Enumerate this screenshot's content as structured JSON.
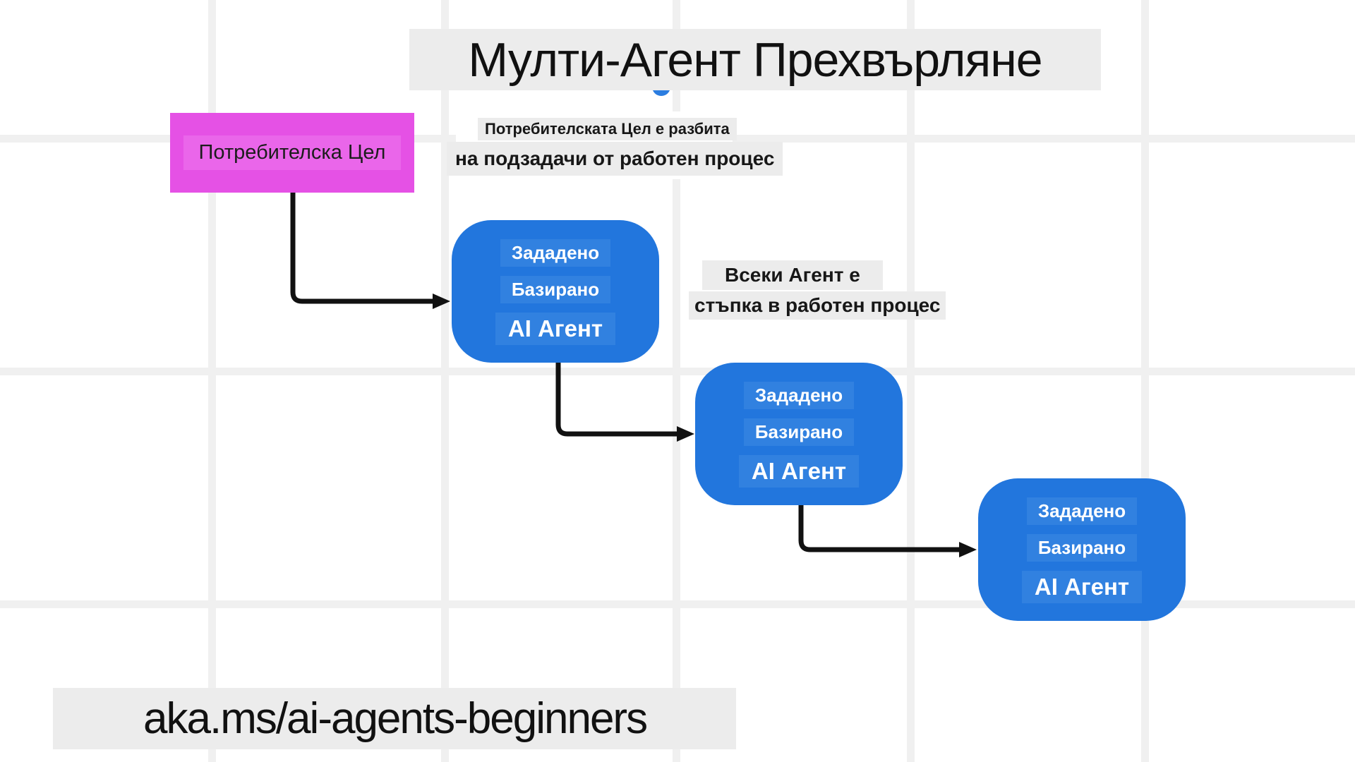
{
  "title": {
    "text": "Мулти-Агент Прехвърляне"
  },
  "goal_node": {
    "label": "Потребителска Цел"
  },
  "captions": {
    "breakdown_line1": "Потребителската Цел е разбита",
    "breakdown_line2": "на подзадачи от работен процес",
    "step_line1": "Всеки Агент е",
    "step_line2": "стъпка в работен процес"
  },
  "agents": [
    {
      "lines": [
        "Зададено",
        "Базирано",
        "AI Агент"
      ]
    },
    {
      "lines": [
        "Зададено",
        "Базирано",
        "AI Агент"
      ]
    },
    {
      "lines": [
        "Зададено",
        "Базирано",
        "AI Агент"
      ]
    }
  ],
  "footer": {
    "link": "aka.ms/ai-agents-beginners"
  },
  "colors": {
    "agent_node": "#2276dd",
    "agent_node_label_bg": "#3181e0",
    "agent_hidden_circle": "#1d5cb4",
    "title_hidden_circle": "#2b7de0",
    "goal_node": "#e551e5",
    "goal_label_bg": "#ea66ea",
    "banner_bg": "#ececec",
    "grid_line": "#f0f0f0",
    "arrow": "#111111"
  }
}
